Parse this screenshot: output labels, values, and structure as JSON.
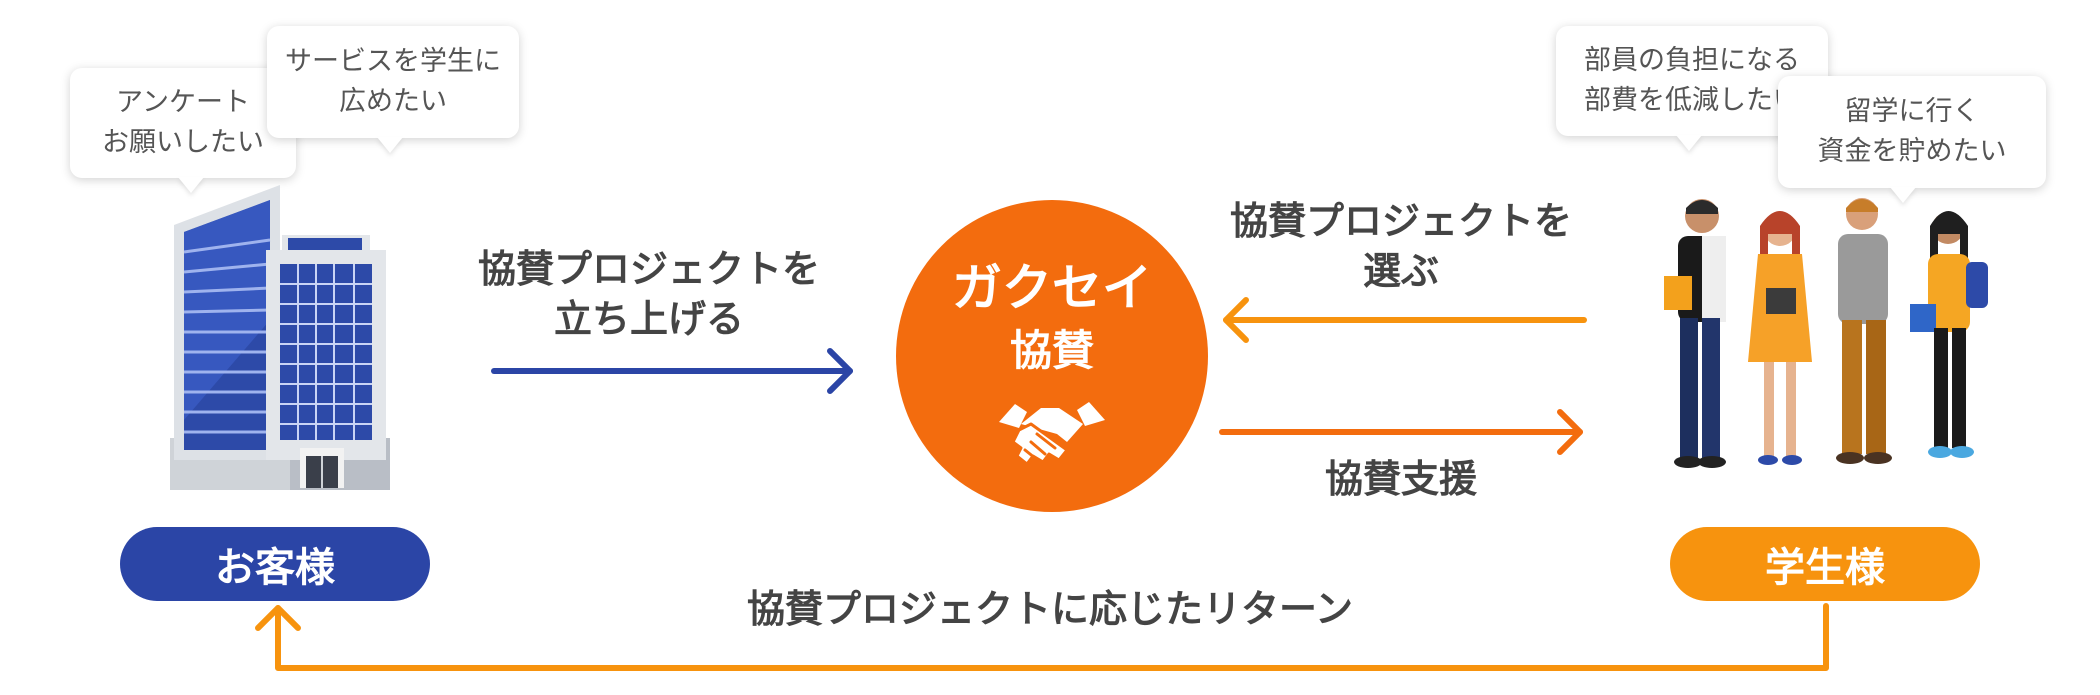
{
  "speech": {
    "client_1": [
      "アンケート",
      "お願いしたい"
    ],
    "client_2": [
      "サービスを学生に",
      "広めたい"
    ],
    "student_1": [
      "部員の負担になる",
      "部費を低減したい"
    ],
    "student_2": [
      "留学に行く",
      "資金を貯めたい"
    ]
  },
  "hub": {
    "title": "ガクセイ",
    "subtitle": "協賛",
    "icon": "handshake-icon"
  },
  "nodes": {
    "client": {
      "label": "お客様",
      "color": "#2b45a6",
      "icon": "office-building-icon"
    },
    "students": {
      "label": "学生様",
      "color": "#f7930e",
      "icon": "students-group-icon"
    }
  },
  "flows": {
    "client_to_hub": [
      "協賛プロジェクトを",
      "立ち上げる"
    ],
    "students_to_hub": [
      "協賛プロジェクトを",
      "選ぶ"
    ],
    "hub_to_students": "協賛支援",
    "return": "協賛プロジェクトに応じたリターン"
  },
  "colors": {
    "navy": "#2b45a6",
    "orange": "#f36c0e",
    "amber": "#f7930e",
    "text": "#444444"
  }
}
